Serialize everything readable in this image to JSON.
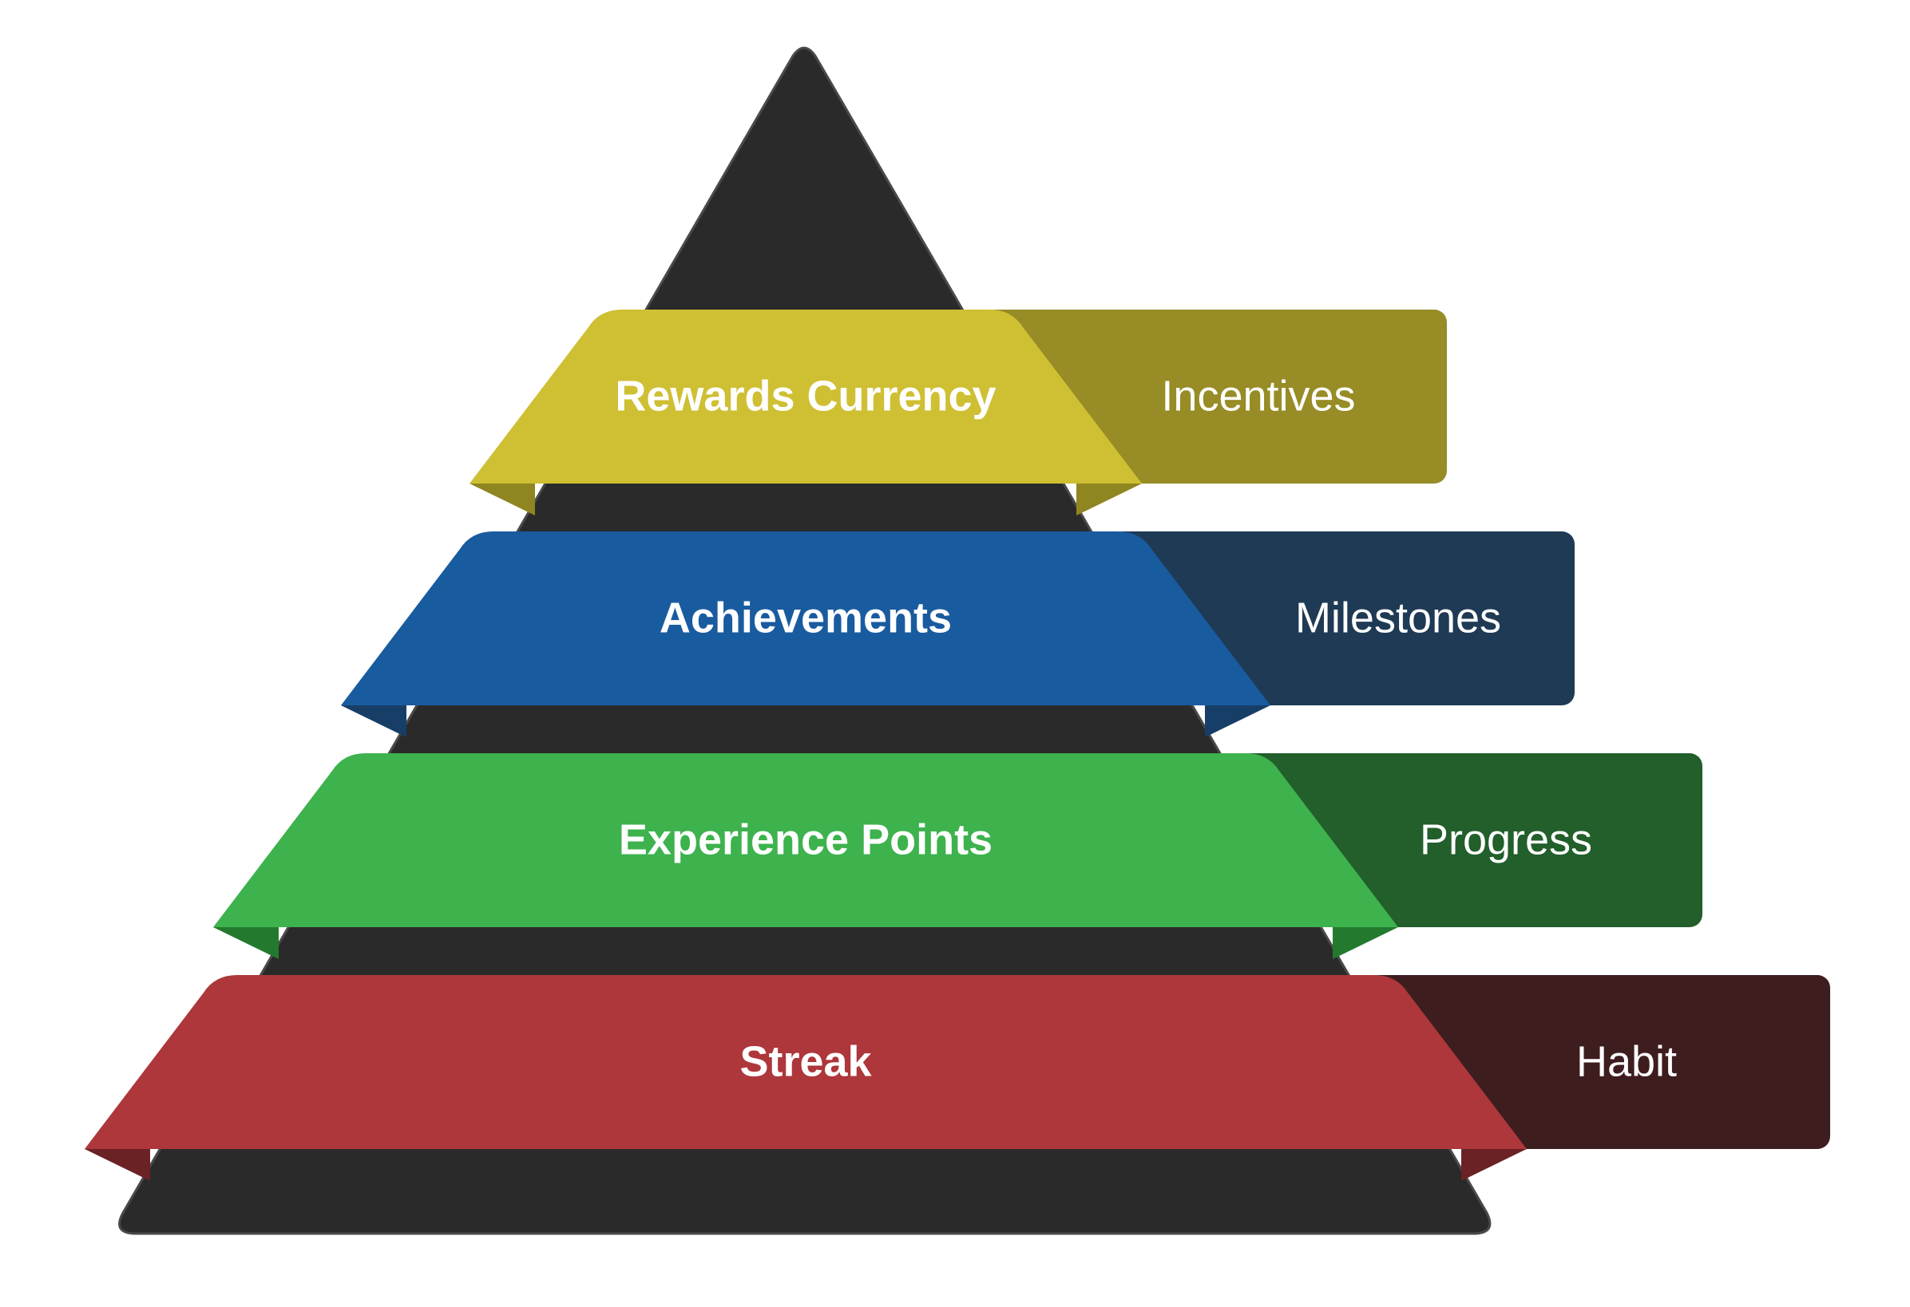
{
  "pyramid": {
    "base_color": "#2a2a2a",
    "layers": [
      {
        "label": "Rewards Currency",
        "side_label": "Incentives",
        "color": "#cfbf33",
        "side_color": "#978c25",
        "shadow_color": "#8f8521"
      },
      {
        "label": "Achievements",
        "side_label": "Milestones",
        "color": "#195b9f",
        "side_color": "#1f3a55",
        "shadow_color": "#173e66"
      },
      {
        "label": "Experience Points",
        "side_label": "Progress",
        "color": "#3db24d",
        "side_color": "#225f2b",
        "shadow_color": "#237a2e"
      },
      {
        "label": "Streak",
        "side_label": "Habit",
        "color": "#ad373a",
        "side_color": "#3e1d1f",
        "shadow_color": "#6b2224"
      }
    ]
  }
}
